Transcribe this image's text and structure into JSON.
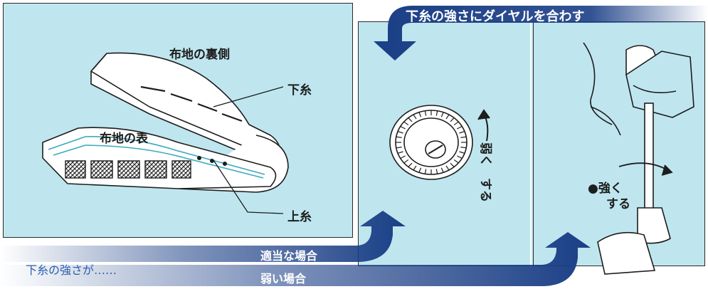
{
  "labels": {
    "top_banner": "下糸の強さにダイヤルを合わす",
    "fabric_back": "布地の裏側",
    "fabric_front": "布地の表",
    "bobbin_thread": "下糸",
    "upper_thread": "上糸",
    "weaken_line1": "弱く",
    "weaken_line2": "する",
    "strengthen_line1": "●強く",
    "strengthen_line2": "する",
    "bottom_intro": "下糸の強さが……",
    "case_appropriate": "適当な場合",
    "case_weak": "弱い場合"
  },
  "colors": {
    "panel_bg": "#bfe6ef",
    "arrow_navy": "#1b3f86",
    "fabric_teal": "#62c9d8",
    "outline": "#1d1d1d"
  }
}
